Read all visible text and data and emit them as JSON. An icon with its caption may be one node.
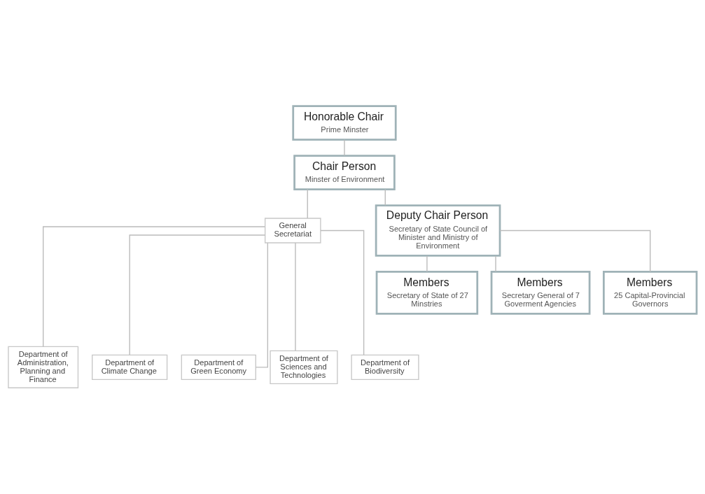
{
  "diagram": {
    "nodes": [
      {
        "text": [
          "Honorable Chair",
          "Prime Minster"
        ]
      },
      {
        "text": [
          "Chair Person",
          "Minster of Environment"
        ]
      },
      {
        "text": [
          "General Secretariat"
        ]
      },
      {
        "text": [
          "Deputy Chair Person",
          "Secretary of State Council of Minister and Ministry of Environment"
        ]
      },
      {
        "text": [
          "Members",
          "Secretary of State of 27 Minstries"
        ]
      },
      {
        "text": [
          "Members",
          "Secretary General of 7 Goverment Agencies"
        ]
      },
      {
        "text": [
          "Members",
          "25 Capital-Provincial Governors"
        ]
      },
      {
        "text": [
          "Department of Administration, Planning and Finance"
        ]
      },
      {
        "text": [
          "Department of Climate Change"
        ]
      },
      {
        "text": [
          "Department of Green Economy"
        ]
      },
      {
        "text": [
          "Department of Sciences and Technologies"
        ]
      },
      {
        "text": [
          "Department of Biodiversity"
        ]
      }
    ],
    "edges": [
      {
        "from": 0,
        "to": 1,
        "arrow": "none"
      },
      {
        "from": 1,
        "to": 3,
        "arrow": "none"
      },
      {
        "from": 1,
        "to": 2,
        "arrow": "none"
      },
      {
        "from": 3,
        "to": 4,
        "arrow": "none"
      },
      {
        "from": 3,
        "to": 5,
        "arrow": "none"
      },
      {
        "from": 3,
        "to": 6,
        "arrow": "none"
      },
      {
        "from": 2,
        "to": 7,
        "arrow": "none"
      },
      {
        "from": 2,
        "to": 8,
        "arrow": "none"
      },
      {
        "from": 2,
        "to": 9,
        "arrow": "none"
      },
      {
        "from": 2,
        "to": 10,
        "arrow": "none"
      },
      {
        "from": 2,
        "to": 11,
        "arrow": "none"
      }
    ]
  }
}
